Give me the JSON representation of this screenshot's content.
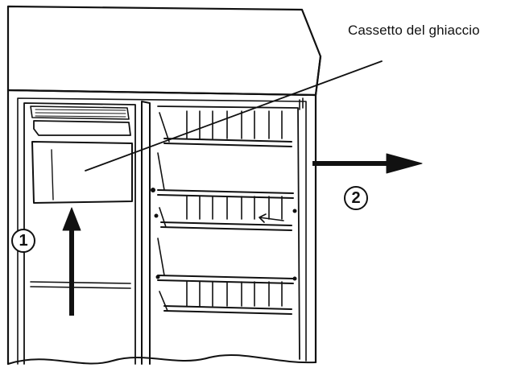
{
  "callout": {
    "label": "Cassetto del ghiaccio"
  },
  "steps": [
    {
      "number": "1",
      "direction": "up"
    },
    {
      "number": "2",
      "direction": "right"
    }
  ],
  "colors": {
    "line": "#111111",
    "background": "#ffffff"
  }
}
